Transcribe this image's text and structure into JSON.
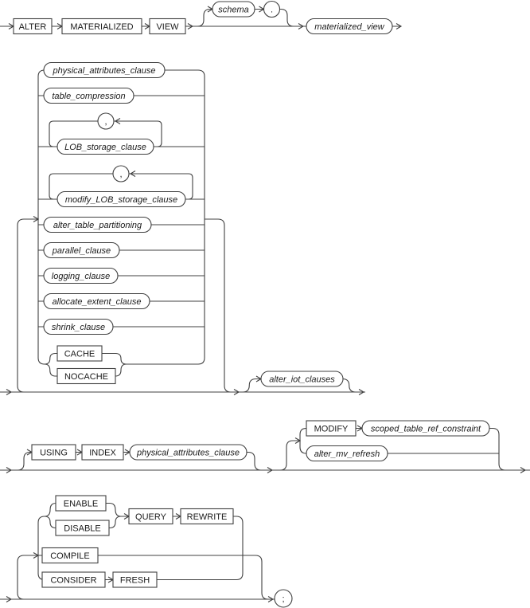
{
  "colors": {
    "line": "#404040",
    "text": "#1a1a1a",
    "background": "#ffffff"
  },
  "statement": {
    "alter": "ALTER",
    "materialized": "MATERIALIZED",
    "view": "VIEW",
    "schema": "schema",
    "dot": ".",
    "materialized_view": "materialized_view"
  },
  "options_stack": {
    "physical_attributes_clause": "physical_attributes_clause",
    "table_compression": "table_compression",
    "comma": ",",
    "lob_storage_clause": "LOB_storage_clause",
    "modify_lob_storage_clause": "modify_LOB_storage_clause",
    "alter_table_partitioning": "alter_table_partitioning",
    "parallel_clause": "parallel_clause",
    "logging_clause": "logging_clause",
    "allocate_extent_clause": "allocate_extent_clause",
    "shrink_clause": "shrink_clause",
    "cache": "CACHE",
    "nocache": "NOCACHE"
  },
  "iot": {
    "alter_iot_clauses": "alter_iot_clauses"
  },
  "index_row": {
    "using": "USING",
    "index": "INDEX",
    "physical_attributes_clause": "physical_attributes_clause",
    "modify": "MODIFY",
    "scoped_table_ref_constraint": "scoped_table_ref_constraint",
    "alter_mv_refresh": "alter_mv_refresh"
  },
  "bottom": {
    "enable": "ENABLE",
    "disable": "DISABLE",
    "query": "QUERY",
    "rewrite": "REWRITE",
    "compile": "COMPILE",
    "consider": "CONSIDER",
    "fresh": "FRESH",
    "semicolon": ";"
  }
}
